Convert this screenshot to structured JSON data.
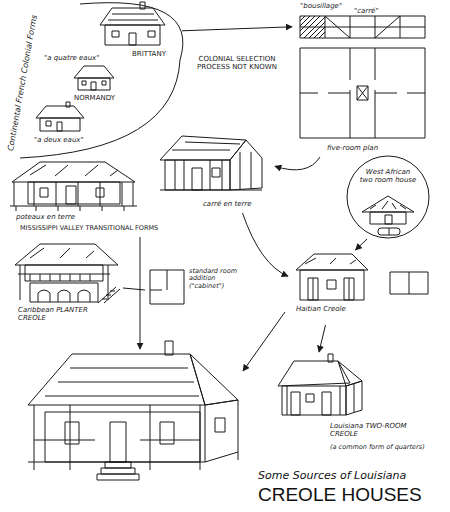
{
  "diagram": {
    "title": "Some Sources of Louisiana CREOLE HOUSES",
    "nodes": [
      {
        "text": [
          "Continental French Colonial Forms"
        ]
      },
      {
        "text": [
          "BRITTANY"
        ],
        "in": 0
      },
      {
        "text": [
          "\"a quatre eaux\"",
          "NORMANDY"
        ],
        "in": 0
      },
      {
        "text": [
          "\"a deux eaux\""
        ],
        "in": 0
      },
      {
        "text": [
          "\"bousillage\"",
          "\"carré\"",
          "five-room plan"
        ]
      },
      {
        "text": [
          "poteaux en terre"
        ]
      },
      {
        "text": [
          "carré en terre"
        ]
      },
      {
        "text": [
          "West African two room house"
        ]
      },
      {
        "text": [
          "Haitian Creole"
        ]
      },
      {
        "text": [
          "Caribbean PLANTER CREOLE"
        ]
      },
      {
        "text": [
          "standard room addition (\"cabinet\")"
        ]
      },
      {
        "text": [
          "Louisiana TWO-ROOM CREOLE",
          "(a common form of quarters)"
        ]
      }
    ],
    "edges": [
      {
        "from": 0,
        "to": 4,
        "label": "COLONIAL SELECTION PROCESS NOT KNOWN",
        "arrow": "to"
      },
      {
        "from": 4,
        "to": 6,
        "arrow": "to"
      },
      {
        "from": 7,
        "to": 8,
        "arrow": "to"
      },
      {
        "from": 6,
        "to": 8,
        "arrow": "to"
      },
      {
        "from": 8,
        "to": 11,
        "arrow": "to"
      },
      {
        "from": 9,
        "to": 10,
        "arrow": "none"
      }
    ],
    "labels": [
      "MISSISSIPPI VALLEY TRANSITIONAL FORMS"
    ]
  }
}
